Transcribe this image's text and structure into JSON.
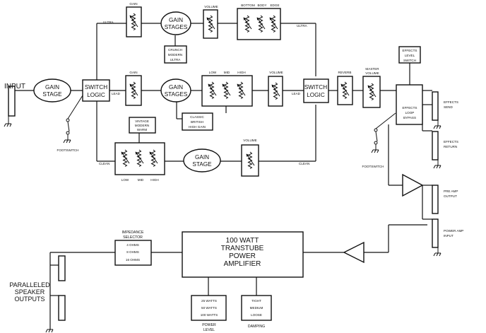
{
  "labels": {
    "input": "INPUT",
    "gain_stage_input": [
      "GAIN",
      "STAGE"
    ],
    "switch_logic_left": [
      "SWITCH",
      "LOGIC"
    ],
    "switch_logic_right": [
      "SWITCH",
      "LOGIC"
    ],
    "footswitch_left": "FOOTSWITCH",
    "footswitch_right": "FOOTSWITCH",
    "ultra_gain": "GAIN",
    "ultra_gain_stages": [
      "GAIN",
      "STAGES"
    ],
    "ultra_volume": "VOLUME",
    "ultra_eq": [
      "BOTTOM",
      "BODY",
      "EDGE"
    ],
    "crunch_modes": [
      "CRUNCH",
      "MODERN",
      "ULTRA"
    ],
    "ultra_left": "ULTRA",
    "ultra_right": "ULTRA",
    "lead_gain": "GAIN",
    "lead_gain_stages": [
      "GAIN",
      "STAGES"
    ],
    "lead_eq": [
      "LOW",
      "MID",
      "HIGH"
    ],
    "lead_volume": "VOLUME",
    "lead_left": "LEAD",
    "lead_right": "LEAD",
    "lead_modes": [
      "CLASSIC",
      "BRITISH",
      "HIGH GAIN"
    ],
    "clean_modes": [
      "VINTAGE",
      "MODERN",
      "WARM"
    ],
    "clean_eq": [
      "LOW",
      "MID",
      "HIGH"
    ],
    "clean_gain_stage": [
      "GAIN",
      "STAGE"
    ],
    "clean_volume": "VOLUME",
    "clean_left": "CLEAN",
    "clean_right": "CLEAN",
    "reverb": "REVERB",
    "master_volume": [
      "MASTER",
      "VOLUME"
    ],
    "effects_level": [
      "EFFECTS",
      "LEVEL",
      "SWITCH"
    ],
    "effects_loop": [
      "EFFECTS",
      "LOOP",
      "BYPASS"
    ],
    "effects_send": [
      "EFFECTS",
      "SEND"
    ],
    "effects_return": [
      "EFFECTS",
      "RETURN"
    ],
    "pre_amp_output": [
      "PRE AMP",
      "OUTPUT"
    ],
    "power_amp_input": [
      "POWER AMP",
      "INPUT"
    ],
    "impedance_selector": [
      "IMPEDANCE",
      "SELECTOR"
    ],
    "impedance_options": [
      "4 OHMS",
      "8 OHMS",
      "16 OHMS"
    ],
    "power_amp": [
      "100 WATT",
      "TRANSTUBE",
      "POWER",
      "AMPLIFIER"
    ],
    "power_options": [
      "25 WATTS",
      "50 WATTS",
      "100 WATTS"
    ],
    "power_level": [
      "POWER",
      "LEVEL"
    ],
    "damping_options": [
      "TIGHT",
      "MEDIUM",
      "LOOSE"
    ],
    "damping": "DAMPING",
    "speaker_outputs": [
      "PARALLELED",
      "SPEAKER",
      "OUTPUTS"
    ]
  }
}
